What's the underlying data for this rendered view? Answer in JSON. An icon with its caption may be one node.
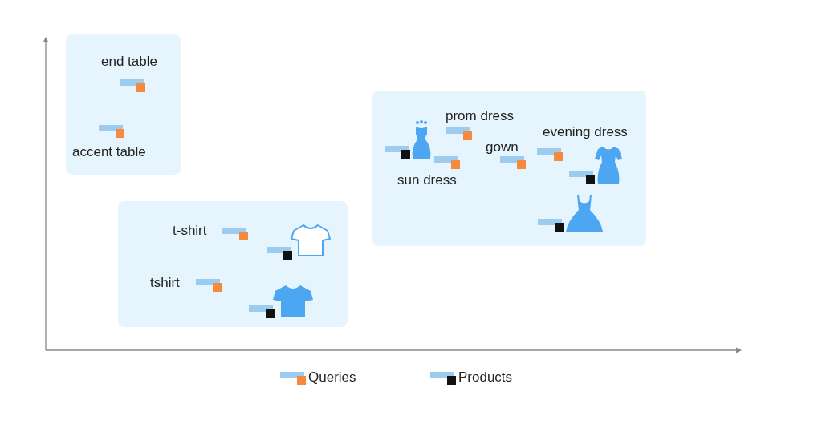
{
  "diagram": {
    "nodes": [
      {
        "text": [],
        "shape": "box"
      },
      {
        "text": [
          "end table"
        ],
        "in": 0
      },
      {
        "text": [
          "accent table"
        ],
        "in": 0
      },
      {
        "text": [],
        "shape": "box"
      },
      {
        "text": [
          "t-shirt"
        ],
        "in": 3
      },
      {
        "text": [],
        "shape": "picture",
        "in": 3
      },
      {
        "text": [
          "tshirt"
        ],
        "in": 3
      },
      {
        "text": [],
        "shape": "picture",
        "in": 3
      },
      {
        "text": [],
        "shape": "box"
      },
      {
        "text": [],
        "shape": "picture",
        "in": 8
      },
      {
        "text": [
          "prom dress"
        ],
        "in": 8
      },
      {
        "text": [
          "sun dress"
        ],
        "in": 8
      },
      {
        "text": [
          "gown"
        ],
        "in": 8
      },
      {
        "text": [
          "evening dress"
        ],
        "in": 8
      },
      {
        "text": [],
        "shape": "picture",
        "in": 8
      },
      {
        "text": [],
        "shape": "picture",
        "in": 8
      }
    ],
    "legend": [
      {
        "text": "Queries"
      },
      {
        "text": "Products"
      }
    ]
  }
}
